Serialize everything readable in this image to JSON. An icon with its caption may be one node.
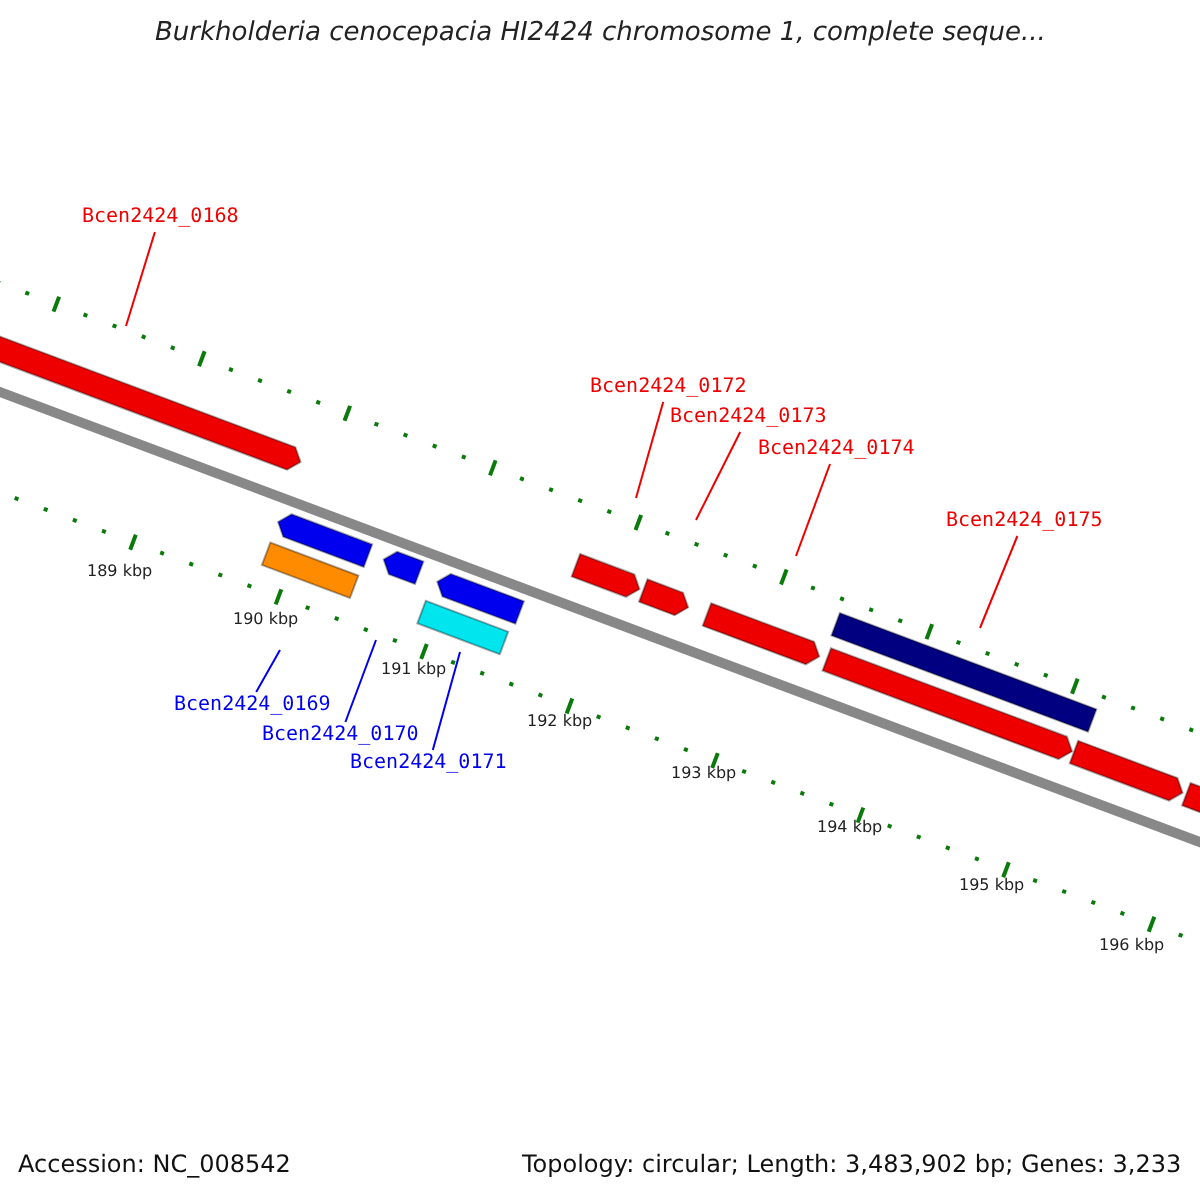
{
  "diagram": {
    "title": "Burkholderia cenocepacia HI2424 chromosome 1, complete seque...",
    "nodes": [
      {
        "text": [
          "Bcen2424_0168"
        ]
      },
      {
        "text": [
          "Bcen2424_0172"
        ]
      },
      {
        "text": [
          "Bcen2424_0173"
        ]
      },
      {
        "text": [
          "Bcen2424_0174"
        ]
      },
      {
        "text": [
          "Bcen2424_0175"
        ]
      },
      {
        "text": [
          "Bcen2424_0169"
        ]
      },
      {
        "text": [
          "Bcen2424_0170"
        ]
      },
      {
        "text": [
          "Bcen2424_0171"
        ]
      }
    ],
    "edges": [
      {
        "from": 0,
        "to": null,
        "arrow": "none"
      },
      {
        "from": 1,
        "to": null,
        "arrow": "none"
      },
      {
        "from": 2,
        "to": null,
        "arrow": "none"
      },
      {
        "from": 3,
        "to": null,
        "arrow": "none"
      },
      {
        "from": 4,
        "to": null,
        "arrow": "none"
      },
      {
        "from": 5,
        "to": null,
        "arrow": "none",
        "color": "#0000ee"
      },
      {
        "from": 6,
        "to": null,
        "arrow": "none",
        "color": "#0000ee"
      },
      {
        "from": 7,
        "to": null,
        "arrow": "none",
        "color": "#0000ee"
      }
    ],
    "labels": [
      "189 kbp",
      "190 kbp",
      "191 kbp",
      "192 kbp",
      "193 kbp",
      "194 kbp",
      "195 kbp",
      "196 kbp",
      "Accession: NC_008542",
      "Topology: circular; Length: 3,483,902 bp; Genes: 3,233"
    ]
  }
}
